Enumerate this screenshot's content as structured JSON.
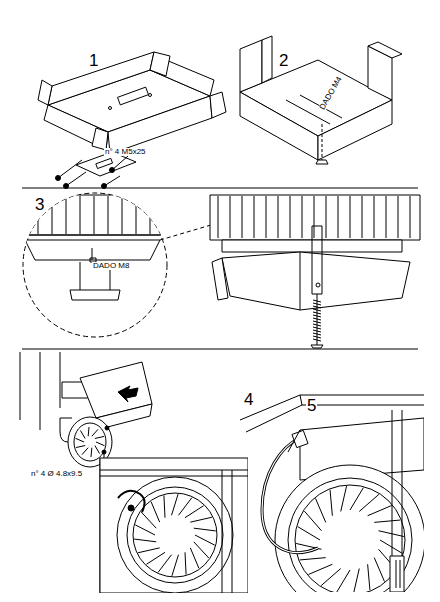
{
  "diagram": {
    "labels": [
      "1",
      "n° 4 M5x25",
      "2",
      "DADO M4",
      "3",
      "DADO M8",
      "4",
      "n° 4 Ø 4.8x9.5",
      "5"
    ]
  }
}
